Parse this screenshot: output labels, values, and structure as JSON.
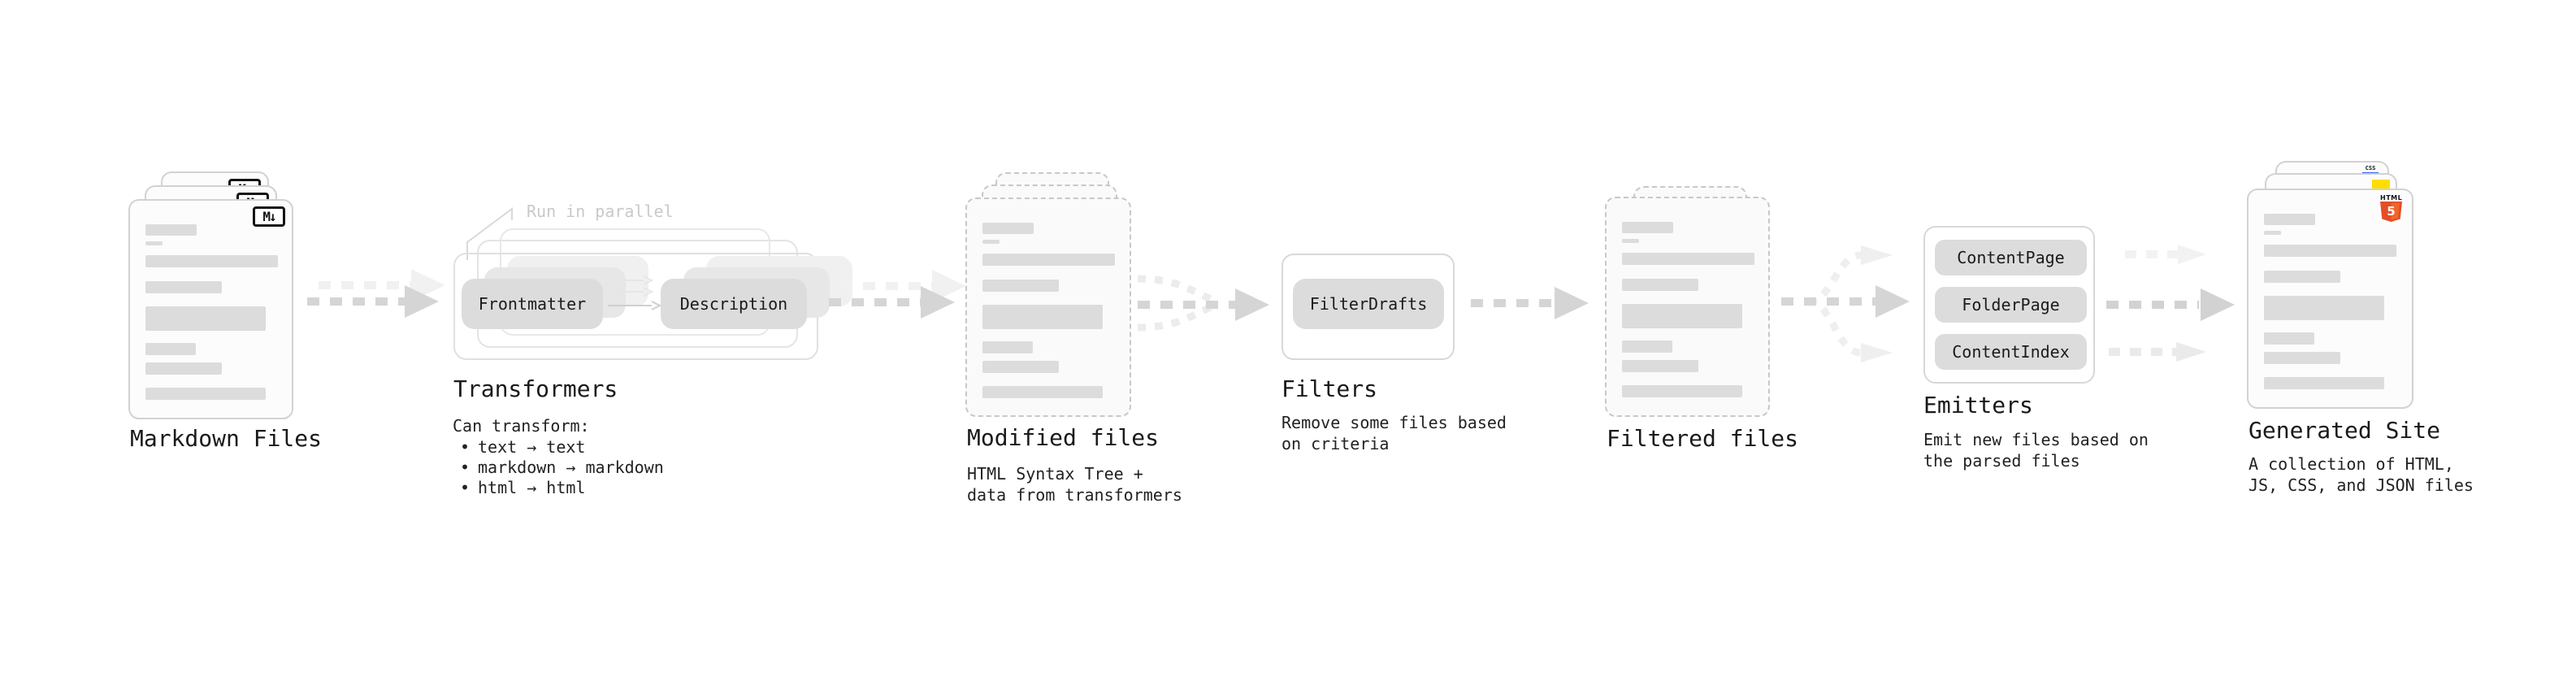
{
  "diagram": {
    "stages": {
      "markdown": {
        "title": "Markdown Files",
        "badge": "M↓"
      },
      "transformers": {
        "title": "Transformers",
        "parallel_label": "Run in parallel",
        "pill_frontmatter": "Frontmatter",
        "pill_description": "Description",
        "note_heading": "Can transform:",
        "bullet_char": "•",
        "bullets": [
          "text → text",
          "markdown → markdown",
          "html → html"
        ]
      },
      "modified": {
        "title": "Modified files",
        "desc": "HTML Syntax Tree +\ndata from transformers"
      },
      "filters": {
        "title": "Filters",
        "pill": "FilterDrafts",
        "desc": "Remove some files based\non criteria"
      },
      "filtered": {
        "title": "Filtered files"
      },
      "emitters": {
        "title": "Emitters",
        "pills": [
          "ContentPage",
          "FolderPage",
          "ContentIndex"
        ],
        "desc": "Emit new files based on\nthe parsed files"
      },
      "generated": {
        "title": "Generated Site",
        "desc": "A collection of HTML,\nJS, CSS, and JSON files",
        "css_label": "CSS",
        "html_label": "HTML",
        "html_number": "5"
      }
    },
    "colors": {
      "html5_orange": "#e44d26",
      "css_blue": "#2965f1",
      "js_yellow": "#ffdd00",
      "arrow_gray": "#d5d5d5",
      "pill_gray": "#dcdcdc"
    }
  }
}
